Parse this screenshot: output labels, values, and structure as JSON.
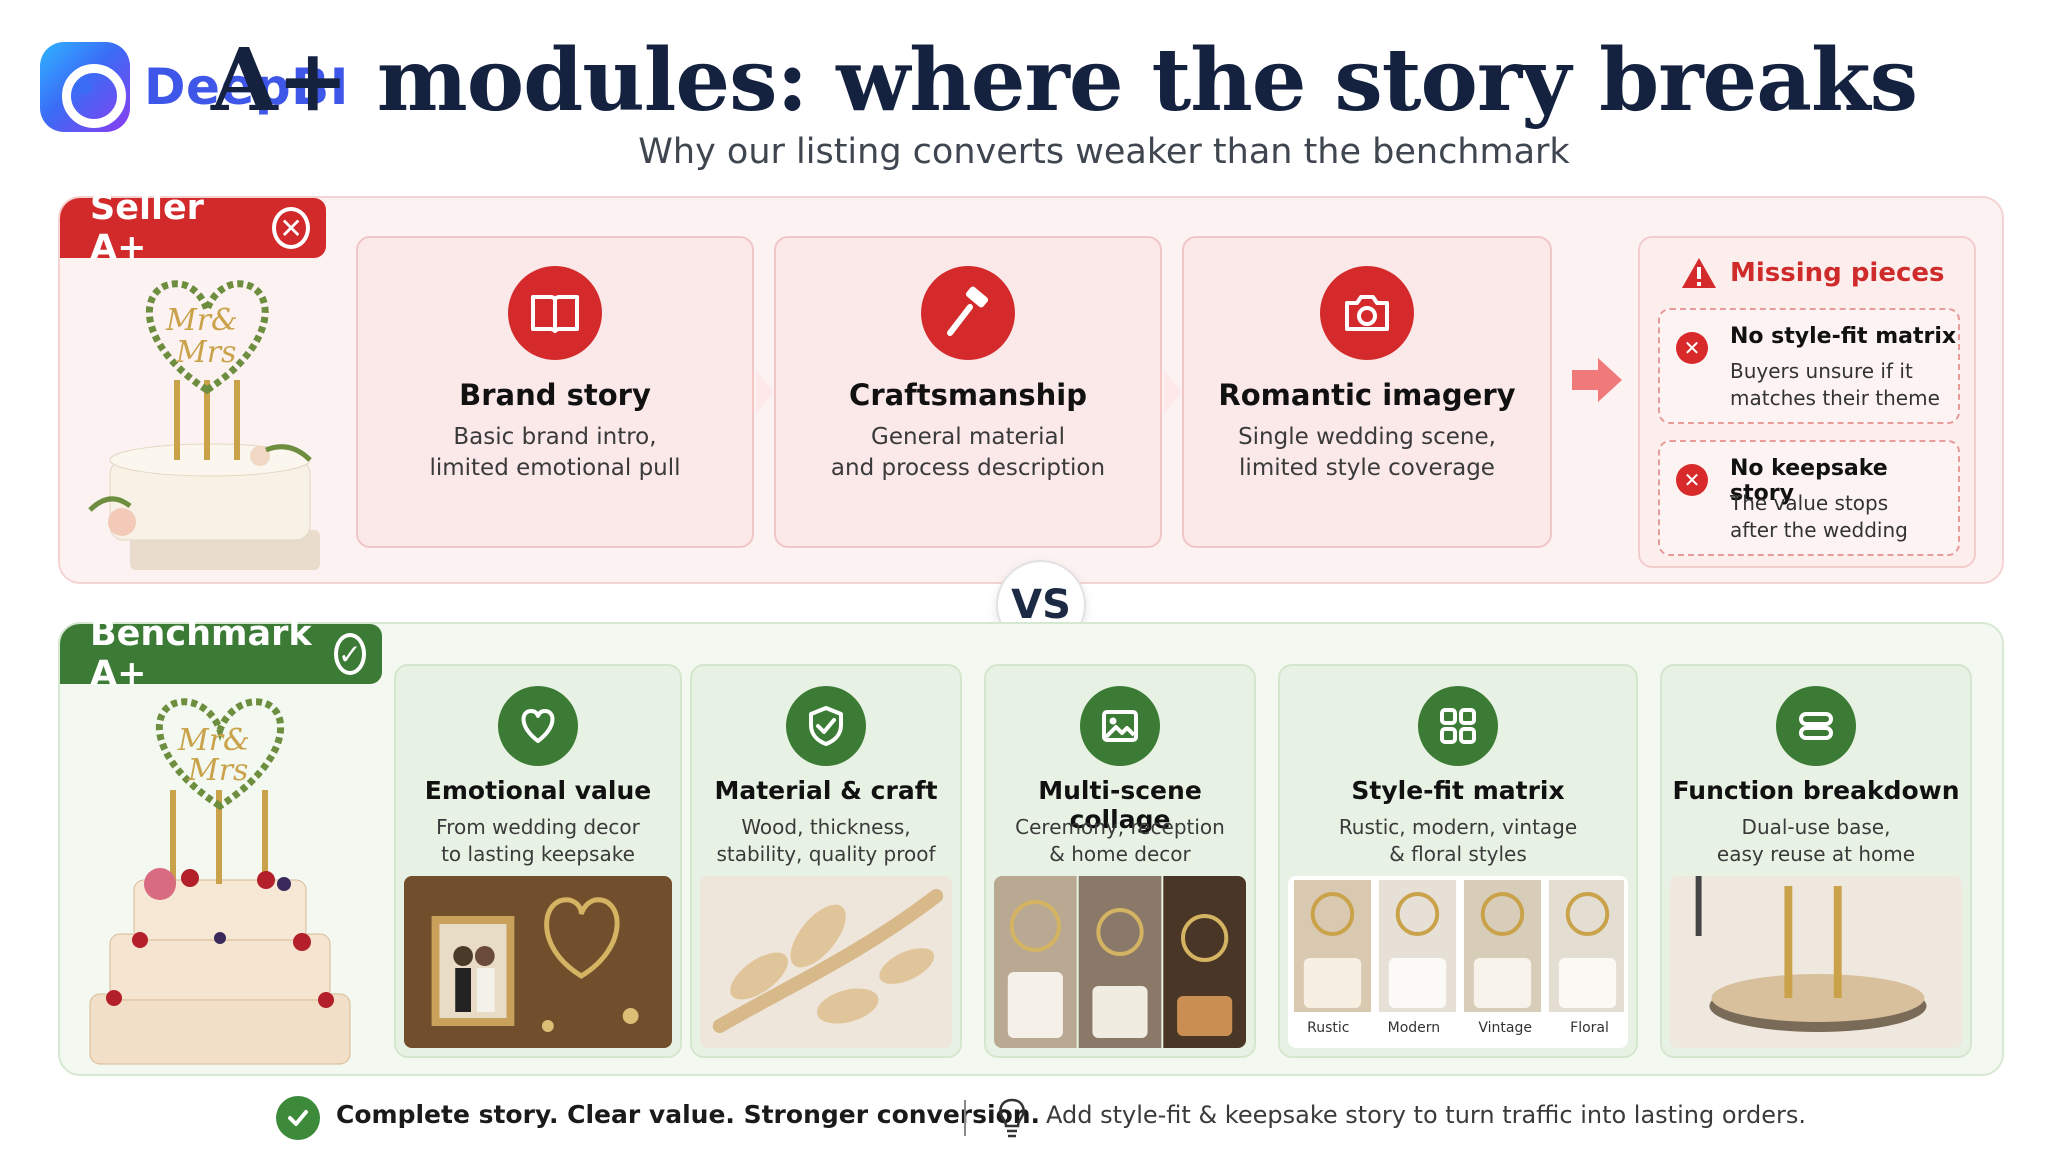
{
  "brand": {
    "name": "DeepBI",
    "logo_icon": "deepbi-logo-icon"
  },
  "header": {
    "title": "A+ modules: where the story breaks",
    "subtitle": "Why our listing converts weaker than the benchmark"
  },
  "seller": {
    "tag": "Seller A+",
    "tag_badge": "✕",
    "cards": [
      {
        "icon": "book-icon",
        "title": "Brand story",
        "desc_line1": "Basic brand intro,",
        "desc_line2": "limited emotional pull"
      },
      {
        "icon": "hammer-icon",
        "title": "Craftsmanship",
        "desc_line1": "General material",
        "desc_line2": "and process description"
      },
      {
        "icon": "camera-icon",
        "title": "Romantic imagery",
        "desc_line1": "Single wedding scene,",
        "desc_line2": "limited style coverage"
      }
    ],
    "missing": {
      "title": "Missing pieces",
      "items": [
        {
          "title": "No style-fit matrix",
          "desc_line1": "Buyers unsure if it",
          "desc_line2": "matches their theme"
        },
        {
          "title": "No keepsake story",
          "desc_line1": "The value stops",
          "desc_line2": "after the wedding"
        }
      ]
    }
  },
  "vs_label": "VS",
  "benchmark": {
    "tag": "Benchmark A+",
    "tag_badge": "✓",
    "cards": [
      {
        "icon": "heart-icon",
        "title": "Emotional value",
        "desc_line1": "From wedding decor",
        "desc_line2": "to lasting keepsake"
      },
      {
        "icon": "shield-check-icon",
        "title": "Material & craft",
        "desc_line1": "Wood, thickness,",
        "desc_line2": "stability, quality proof"
      },
      {
        "icon": "image-icon",
        "title": "Multi-scene collage",
        "desc_line1": "Ceremony, reception",
        "desc_line2": "& home decor"
      },
      {
        "icon": "grid-icon",
        "title": "Style-fit matrix",
        "desc_line1": "Rustic, modern, vintage",
        "desc_line2": "& floral styles"
      },
      {
        "icon": "layers-icon",
        "title": "Function breakdown",
        "desc_line1": "Dual-use base,",
        "desc_line2": "easy reuse at home"
      }
    ],
    "style_labels": [
      "Rustic",
      "Modern",
      "Vintage",
      "Floral"
    ]
  },
  "footer": {
    "main": "Complete story. Clear value. Stronger conversion.",
    "tip": "Add style-fit & keepsake story to turn traffic into lasting orders."
  },
  "colors": {
    "red": "#d42a2b",
    "green": "#3c7b35",
    "navy": "#14223f",
    "brand_blue": "#3f57e8"
  }
}
